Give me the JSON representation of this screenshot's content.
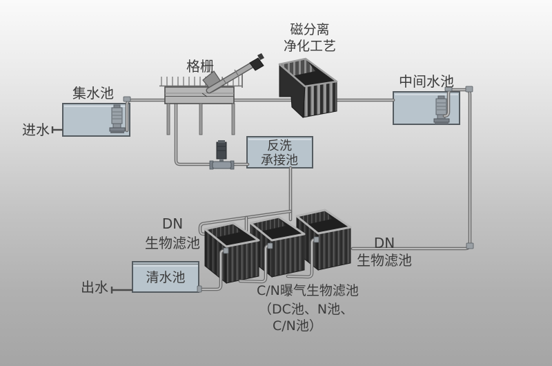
{
  "diagram": {
    "inlet_label": "进水",
    "outlet_label": "出水",
    "collection_tank_label": "集水池",
    "screen_label": "格栅",
    "magnetic_label_line1": "磁分离",
    "magnetic_label_line2": "净化工艺",
    "intermediate_tank_label": "中间水池",
    "backwash_tank_label_line1": "反洗",
    "backwash_tank_label_line2": "承接池",
    "dn_filter_left_label_line1": "DN",
    "dn_filter_left_label_line2": "生物滤池",
    "dn_filter_right_label_line1": "DN",
    "dn_filter_right_label_line2": "生物滤池",
    "clean_tank_label": "清水池",
    "cn_filter_label_line1": "C/N曝气生物滤池",
    "cn_filter_label_line2": "（DC池、N池、",
    "cn_filter_label_line3": "C/N池）"
  },
  "colors": {
    "background_top": "#fafafa",
    "background_bottom": "#a5a5a5",
    "tank_fill": "#b8c4cc",
    "tank_border": "#545b60",
    "pipe_outer": "#6b6b6b",
    "pipe_inner": "#bcbcbc",
    "label_text": "#3b3b3b"
  }
}
